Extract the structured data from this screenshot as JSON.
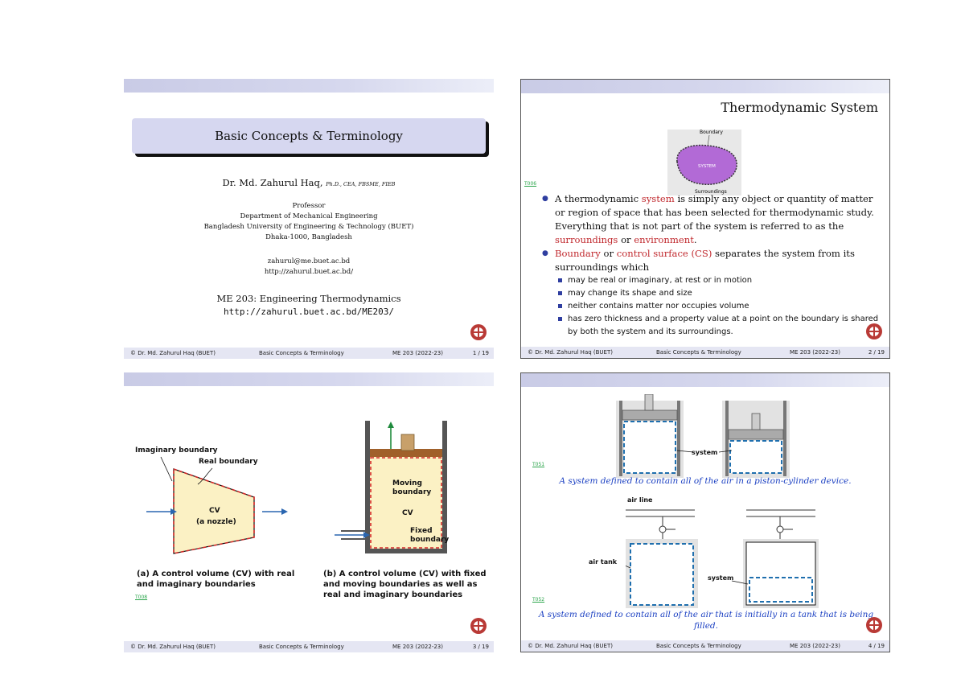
{
  "footer": {
    "author": "© Dr. Md. Zahurul Haq (BUET)",
    "title": "Basic Concepts & Terminology",
    "course": "ME 203 (2022-23)"
  },
  "slide1": {
    "title": "Basic Concepts & Terminology",
    "author": "Dr. Md. Zahurul Haq,",
    "credentials": "Ph.D., CEA, FBSME, FIEB",
    "position": "Professor",
    "department": "Department of Mechanical Engineering",
    "university": "Bangladesh University of Engineering & Technology (BUET)",
    "city": "Dhaka-1000, Bangladesh",
    "email": "zahurul@me.buet.ac.bd",
    "website": "http://zahurul.buet.ac.bd/",
    "course_name": "ME 203: Engineering Thermodynamics",
    "course_url": "http://zahurul.buet.ac.bd/ME203/",
    "page": "1 / 19"
  },
  "slide2": {
    "title": "Thermodynamic System",
    "ref": "T006",
    "fig_labels": {
      "boundary": "Boundary",
      "system": "SYSTEM",
      "surroundings": "Surroundings"
    },
    "b1_pre": "A thermodynamic ",
    "b1_system": "system",
    "b1_mid": " is simply any object or quantity of matter or region of space that has been selected for thermodynamic study. Everything that is not part of the system is referred to as the ",
    "b1_surroundings": "surroundings",
    "b1_or": " or ",
    "b1_environment": "environment",
    "b1_end": ".",
    "b2_boundary": "Boundary",
    "b2_or": " or ",
    "b2_cs": "control surface (CS)",
    "b2_rest": " separates the system from its surroundings which",
    "sub": [
      "may be real or imaginary, at rest or in motion",
      "may change its shape and size",
      "neither contains matter nor occupies volume",
      "has zero thickness and a property value at a point on the boundary is shared by both the system and its surroundings."
    ],
    "page": "2 / 19"
  },
  "slide3": {
    "labels": {
      "imaginary": "Imaginary boundary",
      "real": "Real boundary",
      "cv": "CV",
      "nozzle": "(a nozzle)",
      "moving": "Moving boundary",
      "cv2": "CV",
      "fixed": "Fixed boundary"
    },
    "caption_a": "(a) A control volume (CV) with real and imaginary boundaries",
    "caption_b": "(b) A control volume (CV) with fixed and moving boundaries as well as real and imaginary boundaries",
    "ref": "T008",
    "page": "3 / 19"
  },
  "slide4": {
    "ref1": "T051",
    "label_system1": "system",
    "caption1": "A system defined to contain all of the air in a piston-cylinder device.",
    "ref2": "T052",
    "label_airline": "air line",
    "label_airtank": "air tank",
    "label_system2": "system",
    "caption2": "A system defined to contain all of the air that is initially in a tank that is being filled.",
    "page": "4 / 19"
  },
  "colors": {
    "accent_red": "#c0282d",
    "caption_blue": "#1a3fc2",
    "header_bar": "#c9cbe6",
    "title_box": "#d6d7f0"
  }
}
